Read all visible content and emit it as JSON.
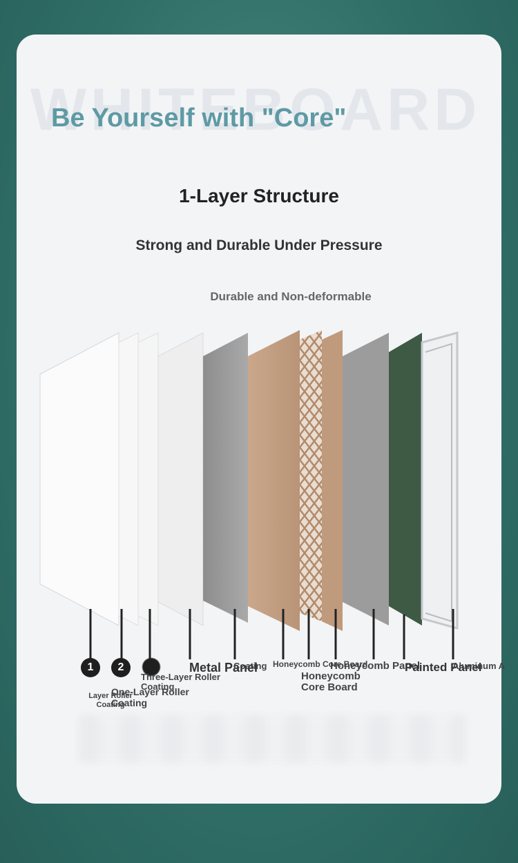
{
  "watermark": "WHITEBOARD",
  "headline": "Be Yourself with \"Core\"",
  "title": "1-Layer Structure",
  "subtitle": "Strong and Durable Under Pressure",
  "tagline": "Durable and Non-deformable",
  "badges": [
    "1",
    "2"
  ],
  "layer_labels": {
    "layer_roller_coating": "Layer Roller Coating",
    "one_layer_roller_coating": "One-Layer Roller Coating",
    "three_layer_roller_coating": "Three-Layer Roller Coating",
    "metal_panel": "Metal Panel",
    "coating": "Coating",
    "honeycomb_core_board": "Honeycomb Core Board",
    "honeycomb_panel": "Honeycomb Panel",
    "painted_panel": "Painted Panel",
    "aluminum": "Aluminum A"
  },
  "colors": {
    "background": "#2f6e67",
    "headline": "#5e9aa4",
    "kraft": "#c9a78a",
    "green_panel": "#3e5a44",
    "gray_panel": "#9a9a9a"
  }
}
